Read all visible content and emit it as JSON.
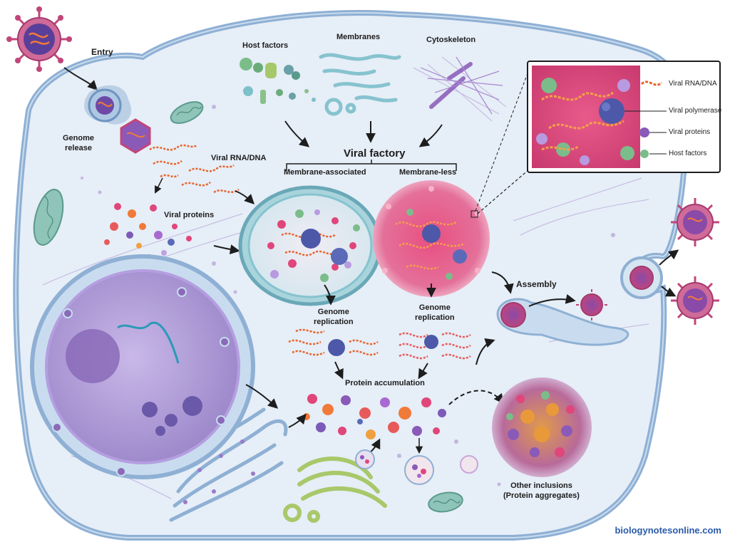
{
  "labels": {
    "entry": "Entry",
    "genome_release": "Genome\nrelease",
    "host_factors": "Host factors",
    "membranes": "Membranes",
    "cytoskeleton": "Cytoskeleton",
    "viral_rna_dna": "Viral RNA/DNA",
    "viral_proteins": "Viral proteins",
    "viral_factory": "Viral factory",
    "membrane_associated": "Membrane-associated",
    "membrane_less": "Membrane-less",
    "genome_replication_left": "Genome\nreplication",
    "genome_replication_right": "Genome\nreplication",
    "protein_accumulation": "Protein accumulation",
    "assembly": "Assembly",
    "other_inclusions": "Other inclusions\n(Protein aggregates)"
  },
  "inset": {
    "labels": [
      "Viral RNA/DNA",
      "Viral polymerase",
      "Viral proteins",
      "Host factors"
    ]
  },
  "watermark": "biologynotesonline.com",
  "colors": {
    "cell_fill": "#e6eef7",
    "cell_border": "#8fb0d4",
    "nucleus": "#b9a6de",
    "virus": "#c2457a",
    "rna": "#e8642c",
    "membrane": "#86c3cf",
    "factory_less": "#e0467a",
    "polymerase": "#4d58a8",
    "watermark": "#2a5aa8"
  }
}
